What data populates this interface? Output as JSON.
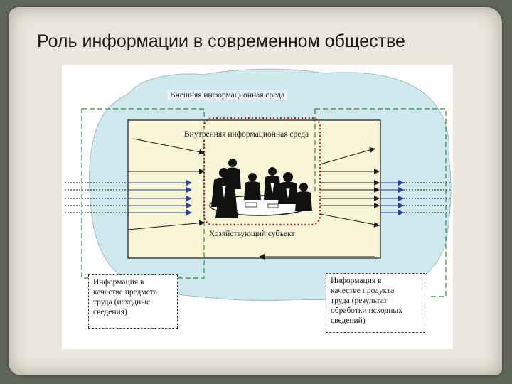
{
  "slide": {
    "title": "Роль информации в современном обществе"
  },
  "diagram": {
    "outer_label": "Внешняя информационная среда",
    "inner_label": "Внутренняя информационная среда",
    "subject_label": "Хозяйствующий субъект",
    "input_note": [
      "Информация в",
      "качестве предмета",
      "труда (исходные",
      "сведения)"
    ],
    "output_note": [
      "Информация в",
      "качестве продукта",
      "труда (результат",
      "обработки исходных",
      "сведений)"
    ],
    "colors": {
      "outer_environment": "#cfe9ee",
      "inner_environment": "#f9f6d8",
      "subject_border": "#c0141a",
      "input_arrows": "#2a3f9a",
      "output_arrows": "#2a3f9a",
      "dashed_frame": "#2e8b3e"
    },
    "illustration": "business-meeting-icon"
  }
}
